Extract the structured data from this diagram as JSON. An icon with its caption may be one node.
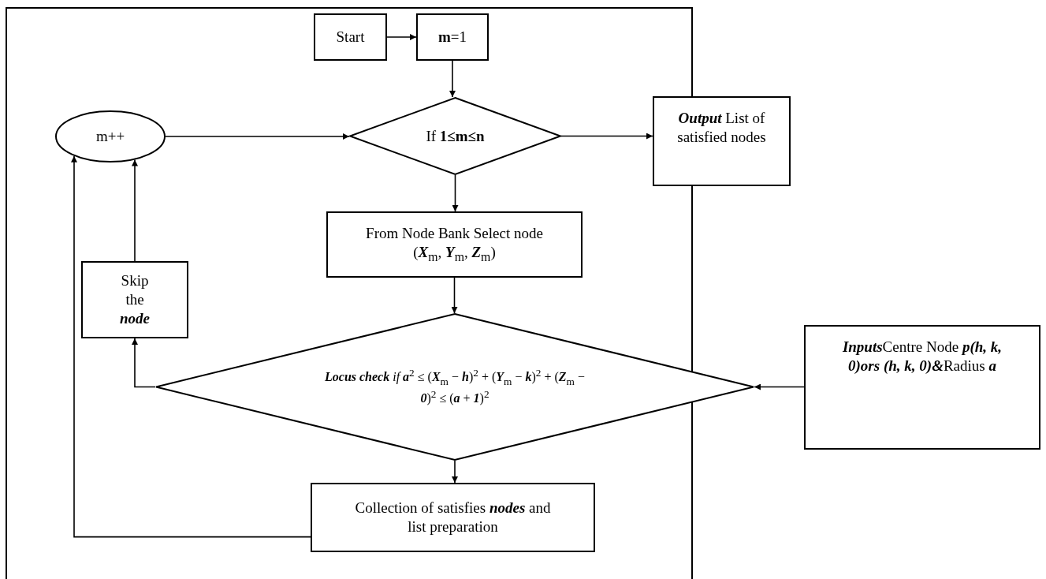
{
  "diagram": {
    "nodes": [
      {
        "text": [
          "Start"
        ]
      },
      {
        "text": [
          "**m**=1"
        ]
      },
      {
        "text": [
          "m++"
        ]
      },
      {
        "text": [
          "If **1≤m≤n**"
        ]
      },
      {
        "text": [
          "**Output** List of satisfied nodes"
        ]
      },
      {
        "text": [
          "From Node Bank Select node (**X**$_{m}$, **Y**$_{m}$, **Z**$_{m}$)"
        ]
      },
      {
        "text": [
          "Skip the **node**"
        ]
      },
      {
        "text": [
          "**Locus check** *if* **a**$^{2}$ ≤ (**X**$_{m}$ − **h**)$^{2}$ + (**Y**$_{m}$ − **k**)$^{2}$ + (**Z**$_{m}$ − **0**)$^{2}$ ≤ (**a** + **1**)$^{2}$"
        ]
      },
      {
        "text": [
          "**Inputs**Centre Node **p(h, k, 0)ors (h, k, 0)&**Radius **a**"
        ]
      },
      {
        "text": [
          "Collection of satisfies **nodes** and list preparation"
        ]
      }
    ],
    "edges": [
      {
        "from": 0,
        "to": 1,
        "arrow": "to"
      },
      {
        "from": 1,
        "to": 3,
        "arrow": "to"
      },
      {
        "from": 2,
        "to": 3,
        "arrow": "to"
      },
      {
        "from": 3,
        "to": 4,
        "arrow": "to"
      },
      {
        "from": 3,
        "to": 5,
        "arrow": "to"
      },
      {
        "from": 5,
        "to": 7,
        "arrow": "to"
      },
      {
        "from": 7,
        "to": 6,
        "arrow": "to"
      },
      {
        "from": 6,
        "to": 2,
        "arrow": "to"
      },
      {
        "from": 9,
        "to": 2,
        "arrow": "to"
      },
      {
        "from": 8,
        "to": 7,
        "arrow": "to"
      },
      {
        "from": 7,
        "to": 9,
        "arrow": "to"
      }
    ]
  }
}
